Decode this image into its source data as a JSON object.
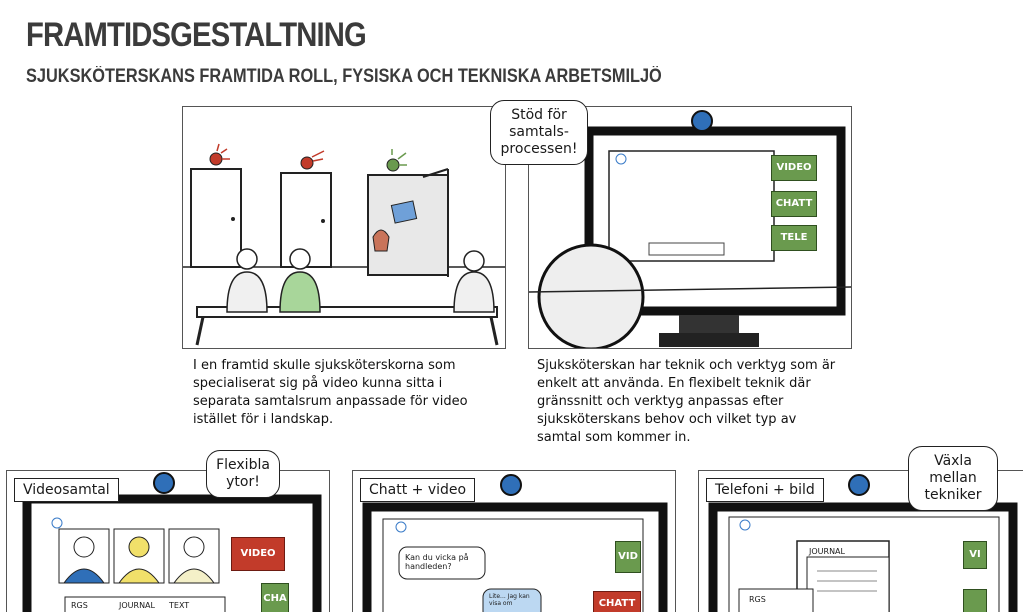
{
  "header": {
    "title": "FRAMTIDSGESTALTNING",
    "subtitle": "SJUKSKÖTERSKANS FRAMTIDA ROLL, FYSISKA OCH TEKNISKA ARBETSMILJÖ"
  },
  "panel1": {
    "caption": "I en framtid skulle sjuksköterskorna som specialiserat sig på video kunna sitta i separata samtalsrum anpassade för video istället för i landskap."
  },
  "panel2": {
    "bubble": "Stöd för samtals-processen!",
    "buttons": [
      "VIDEO",
      "CHATT",
      "TELE"
    ],
    "caption": "Sjuksköterskan har teknik och verktyg som är enkelt att använda. En flexibelt teknik där gränssnitt och verktyg anpassas efter sjuksköterskans behov och vilket typ av samtal som kommer in."
  },
  "panel3": {
    "label": "Videosamtal",
    "bubble": "Flexibla ytor!",
    "video_button": "VIDEO",
    "side_button": "CHA",
    "tabs": [
      "RGS",
      "JOURNAL",
      "TEXT"
    ]
  },
  "panel4": {
    "label": "Chatt + video",
    "chat_in": "Kan du vicka på handleden?",
    "chat_out": "Lite... Jag kan visa om",
    "side_button": "VID",
    "chat_button": "CHATT"
  },
  "panel5": {
    "label": "Telefoni + bild",
    "bubble": "Växla mellan tekniker",
    "journal": "JOURNAL",
    "rgs": "RGS",
    "side_button": "VI"
  },
  "colors": {
    "green": "#6a9a4e",
    "red": "#c23b2a",
    "blue_cam": "#2f6fb8"
  }
}
